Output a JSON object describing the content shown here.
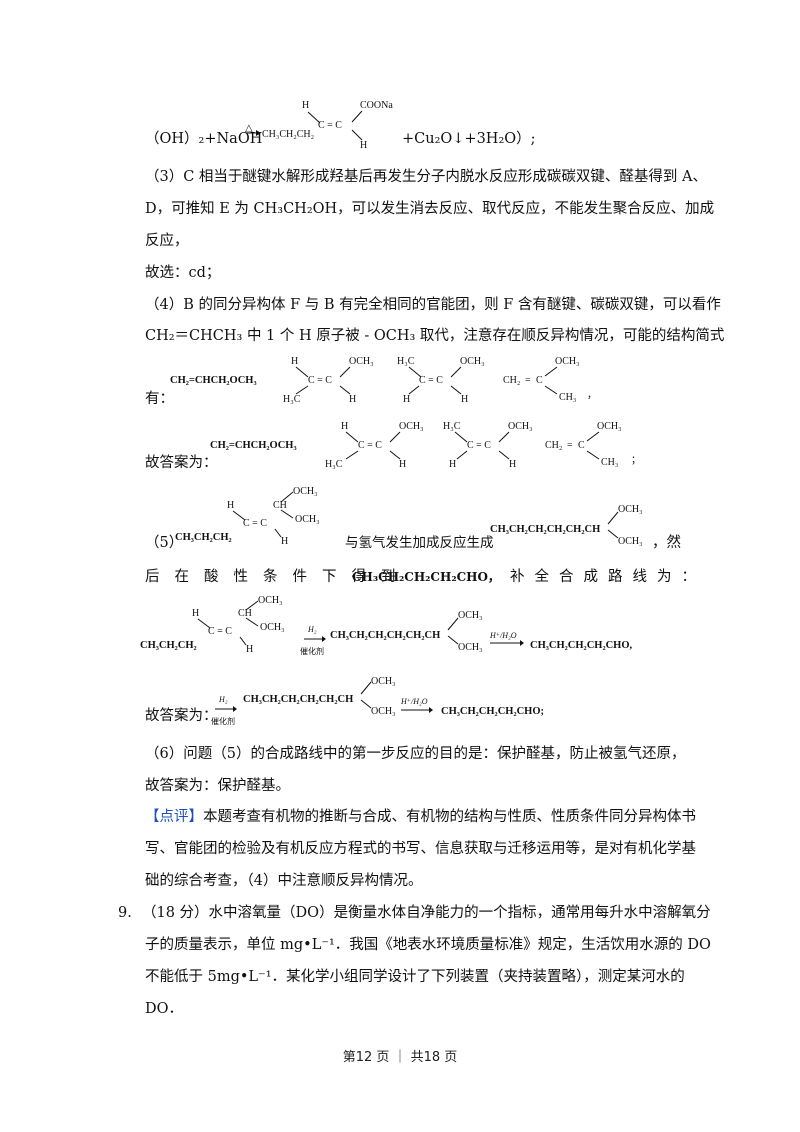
{
  "eq2": {
    "lhs": "（OH）₂+NaOH",
    "arrow_cond": "△",
    "chain": "CH₃CH₂CH₂",
    "h_top": "H",
    "ceq": "C = C",
    "coona": "COONa",
    "h_bot": "H",
    "rhs": "+Cu₂O↓+3H₂O）;"
  },
  "p3": {
    "l1": "（3）C 相当于醚键水解形成羟基后再发生分子内脱水反应形成碳碳双键、醛基得到 A、",
    "l2": "D，可推知 E 为 CH₃CH₂OH，可以发生消去反应、取代反应，不能发生聚合反应、加成",
    "l3": "反应，",
    "l4": "故选：cd；"
  },
  "p4": {
    "l1": "（4）B 的同分异构体 F 与 B 有完全相同的官能团，则 F 含有醚键、碳碳双键，可以看作",
    "l2": "CH₂＝CHCH₃ 中 1 个 H 原子被 - OCH₃ 取代，注意存在顺反异构情况，可能的结构简式",
    "have": "有：",
    "answer": "故答案为：",
    "s1": "CH₂=CHCH₂OCH₃",
    "h": "H",
    "h3c": "H₃C",
    "och3": "OCH₃",
    "ch3": "CH₃",
    "ch2": "CH₂",
    "ceqc": "C = C",
    "comma": "，",
    "semicolon": "；"
  },
  "p5": {
    "num": "（5）",
    "chain": "CH₃CH₂CH₂",
    "ch": "CH",
    "mid": "与氢气发生加成反应生成",
    "product": "CH₃CH₂CH₂CH₂CH₂CH",
    "ran": "，然",
    "l2a": "后在酸性条件下得到",
    "l2b": "CH₃CH₂CH₂CH₂CHO，",
    "l2c": "补全合成路线为：",
    "h2": "H₂",
    "cat": "催化剂",
    "acid": "H⁺/H₂O",
    "final": "CH₃CH₂CH₂CH₂CHO,",
    "final2": "CH₃CH₂CH₂CH₂CHO;",
    "answer": "故答案为："
  },
  "p6": {
    "l1": "（6）问题（5）的合成路线中的第一步反应的目的是：保护醛基，防止被氢气还原，",
    "l2": "故答案为：保护醛基。"
  },
  "comment": {
    "tag": "【点评】",
    "l1": "本题考查有机物的推断与合成、有机物的结构与性质、性质条件同分异构体书",
    "l2": "写、官能团的检验及有机反应方程式的书写、信息获取与迁移运用等，是对有机化学基",
    "l3": "础的综合考查，（4）中注意顺反异构情况。"
  },
  "q9": {
    "num": "9.",
    "l1": "（18 分）水中溶氧量（DO）是衡量水体自净能力的一个指标，通常用每升水中溶解氧分",
    "l2": "子的质量表示，单位 mg•L⁻¹．我国《地表水环境质量标准》规定，生活饮用水源的 DO",
    "l3": "不能低于 5mg•L⁻¹．某化学小组同学设计了下列装置（夹持装置略），测定某河水的",
    "l4": "DO．"
  },
  "footer": "第12 页 ｜ 共18 页"
}
